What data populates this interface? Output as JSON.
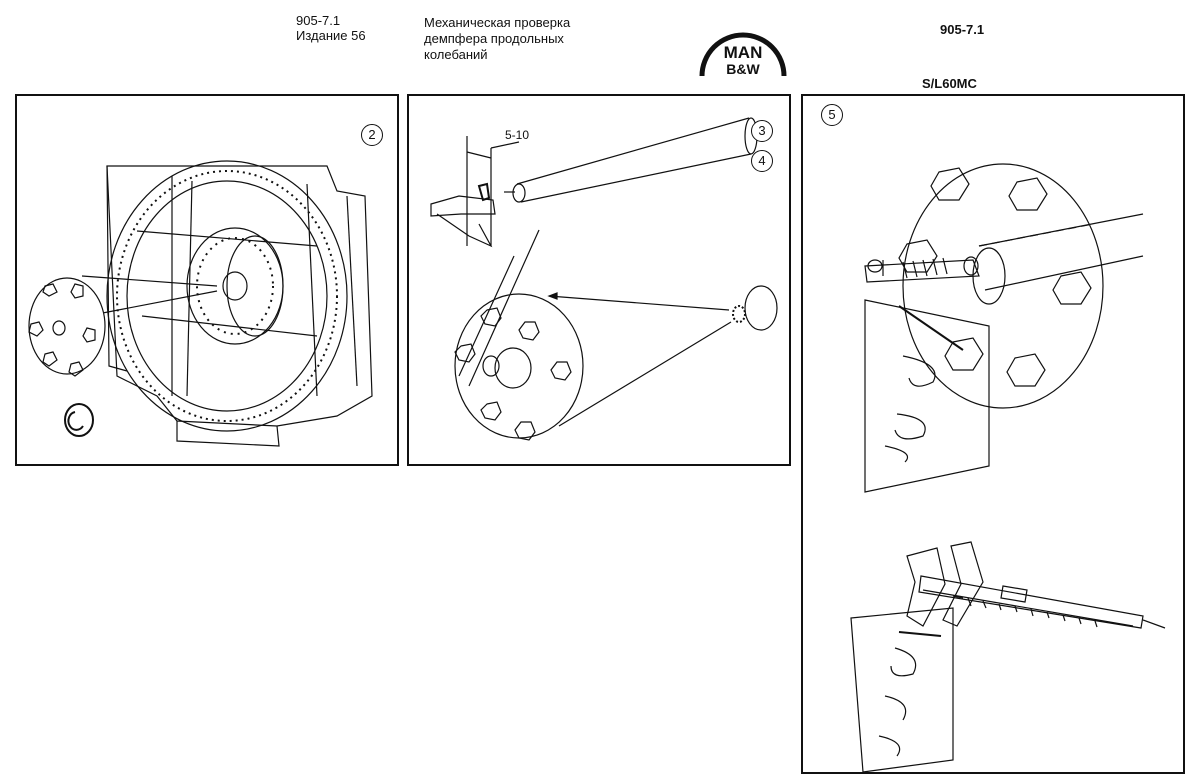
{
  "header": {
    "doc_number": "905-7.1",
    "edition": "Издание 56",
    "title_lines": [
      "Механическая проверка",
      "демпфера продольных",
      "колебаний"
    ],
    "right_number": "905-7.1",
    "engine_model": "S/L60MC",
    "logo": {
      "line1": "MAN",
      "line2": "B&W"
    }
  },
  "panels": {
    "p1": {
      "callout": "2"
    },
    "p2": {
      "callout_a": "3",
      "callout_b": "4",
      "dimension": "5-10"
    },
    "p3": {
      "callout": "5"
    }
  },
  "colors": {
    "ink": "#111111",
    "paper": "#ffffff"
  }
}
